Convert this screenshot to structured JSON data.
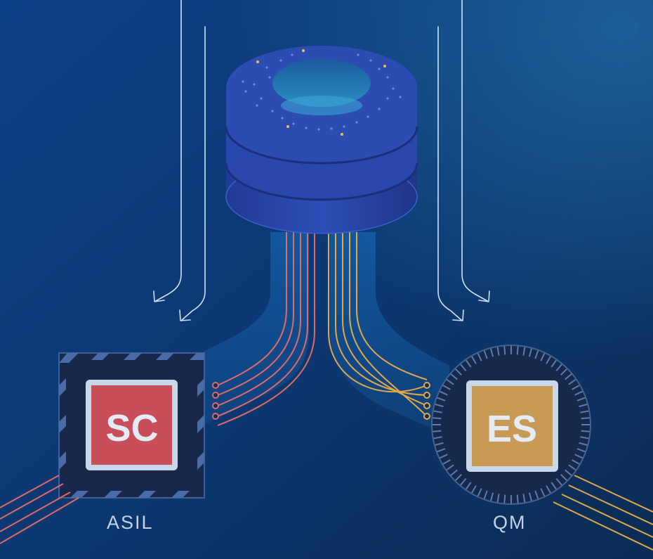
{
  "left_block": {
    "badge_text": "SC",
    "caption": "ASIL",
    "badge_color": "#c84f5a",
    "wire_color": "#e06a66"
  },
  "right_block": {
    "badge_text": "ES",
    "caption": "QM",
    "badge_color": "#c99a55",
    "wire_color": "#e0a848"
  },
  "colors": {
    "background_top": "#0d3f86",
    "background_bottom": "#0b2c55",
    "accent_cyan": "#1f7fd0"
  }
}
